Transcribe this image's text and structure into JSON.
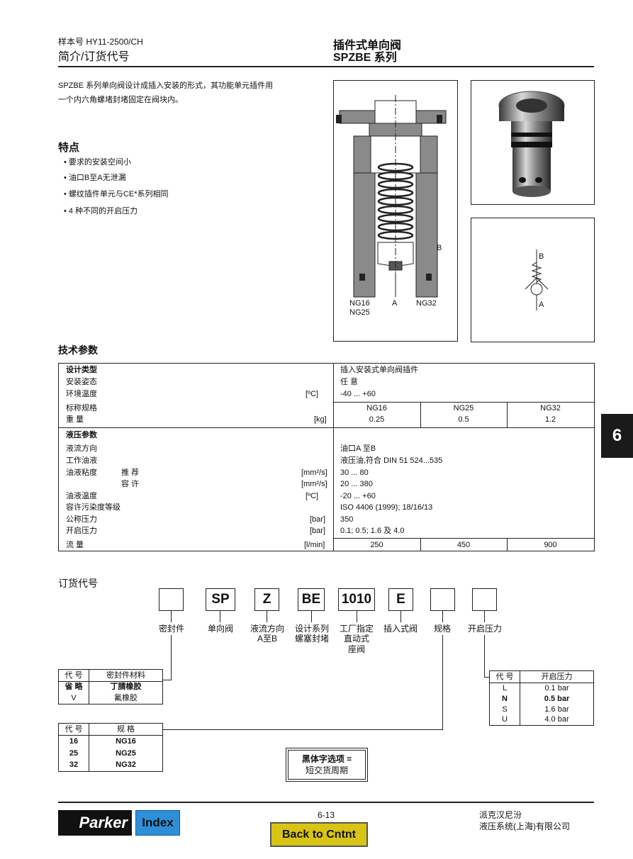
{
  "header": {
    "catalog_no": "样本号 HY11-2500/CH",
    "section": "简介/订货代号",
    "title_cn": "插件式单向阀",
    "title_model": "SPZBE 系列"
  },
  "intro": {
    "line1": "SPZBE 系列单向阀设计成插入安装的形式，其功能单元插件用",
    "line2": "一个内六角螺堵封堵固定在阀块内。"
  },
  "features": {
    "heading": "特点",
    "items": [
      "要求的安装空间小",
      "油口B至A无泄漏",
      "螺纹插件单元与CE*系列相同",
      "4 种不同的开启压力"
    ]
  },
  "drawing": {
    "label_b": "B",
    "label_ng16": "NG16",
    "label_ng25": "NG25",
    "label_a": "A",
    "label_ng32": "NG32"
  },
  "symbol": {
    "label_b": "B",
    "label_a": "A"
  },
  "chapter_tab": "6",
  "tech": {
    "heading": "技术参数",
    "design_type": "设计类型",
    "install": "安装姿态",
    "ambient": "环境温度",
    "ambient_unit": "[ºC]",
    "nominal": "标称规格",
    "weight": "重 量",
    "weight_unit": "[kg]",
    "design_val": "插入安装式单向阀插件",
    "install_val": "任 意",
    "ambient_val": "-40 ... +60",
    "sizes": [
      "NG16",
      "NG25",
      "NG32"
    ],
    "weights": [
      "0.25",
      "0.5",
      "1.2"
    ],
    "hyd_heading": "液压参数",
    "flow_dir": "液流方向",
    "fluid": "工作油液",
    "visc": "油液粘度",
    "visc_rec": "推 荐",
    "visc_perm": "容 许",
    "visc_unit1": "[mm²/s]",
    "visc_unit2": "[mm²/s]",
    "fluid_temp": "油液温度",
    "fluid_temp_unit": "[ºC]",
    "contam": "容许污染度等级",
    "nom_press": "公称压力",
    "nom_press_unit": "[bar]",
    "crack": "开启压力",
    "crack_unit": "[bar]",
    "flow": "流 量",
    "flow_unit": "[l/min]",
    "flow_dir_val": "油口A 至B",
    "fluid_val": "液压油,符合 DIN 51 524...535",
    "visc_rec_val": "30 ... 80",
    "visc_perm_val": "20 ... 380",
    "fluid_temp_val": "-20 ... +60",
    "contam_val": "ISO 4406 (1999); 18/16/13",
    "nom_press_val": "350",
    "crack_val": "0.1; 0.5; 1.6 及 4.0",
    "flows": [
      "250",
      "450",
      "900"
    ]
  },
  "order": {
    "heading": "订货代号",
    "codes": [
      "",
      "SP",
      "Z",
      "BE",
      "1010",
      "E",
      "",
      ""
    ],
    "labels": {
      "seal": "密封件",
      "check": "单向阀",
      "dir1": "液流方向",
      "dir2": "A至B",
      "series1": "设计系列",
      "series2": "螺塞封堵",
      "factory1": "工厂指定",
      "factory2": "直动式",
      "factory3": "座阀",
      "insert": "插入式阀",
      "size": "规格",
      "crack": "开启压力"
    },
    "seal_table": {
      "h1": "代 号",
      "h2": "密封件材料",
      "rows": [
        [
          "省 略",
          "丁腈橡胶"
        ],
        [
          "V",
          "氟橡胶"
        ]
      ]
    },
    "size_table": {
      "h1": "代 号",
      "h2": "规 格",
      "rows": [
        [
          "16",
          "NG16"
        ],
        [
          "25",
          "NG25"
        ],
        [
          "32",
          "NG32"
        ]
      ]
    },
    "crack_table": {
      "h1": "代 号",
      "h2": "开启压力",
      "rows": [
        [
          "L",
          "0.1 bar"
        ],
        [
          "N",
          "0.5 bar"
        ],
        [
          "S",
          "1.6 bar"
        ],
        [
          "U",
          "4.0 bar"
        ]
      ]
    },
    "note1": "黑体字选项 =",
    "note2": "短交货周期"
  },
  "footer": {
    "logo": "Parker",
    "index_btn": "Index",
    "page": "6-13",
    "back_btn": "Back to Cntnt",
    "company1": "派克汉尼汾",
    "company2": "液压系统(上海)有限公司"
  }
}
